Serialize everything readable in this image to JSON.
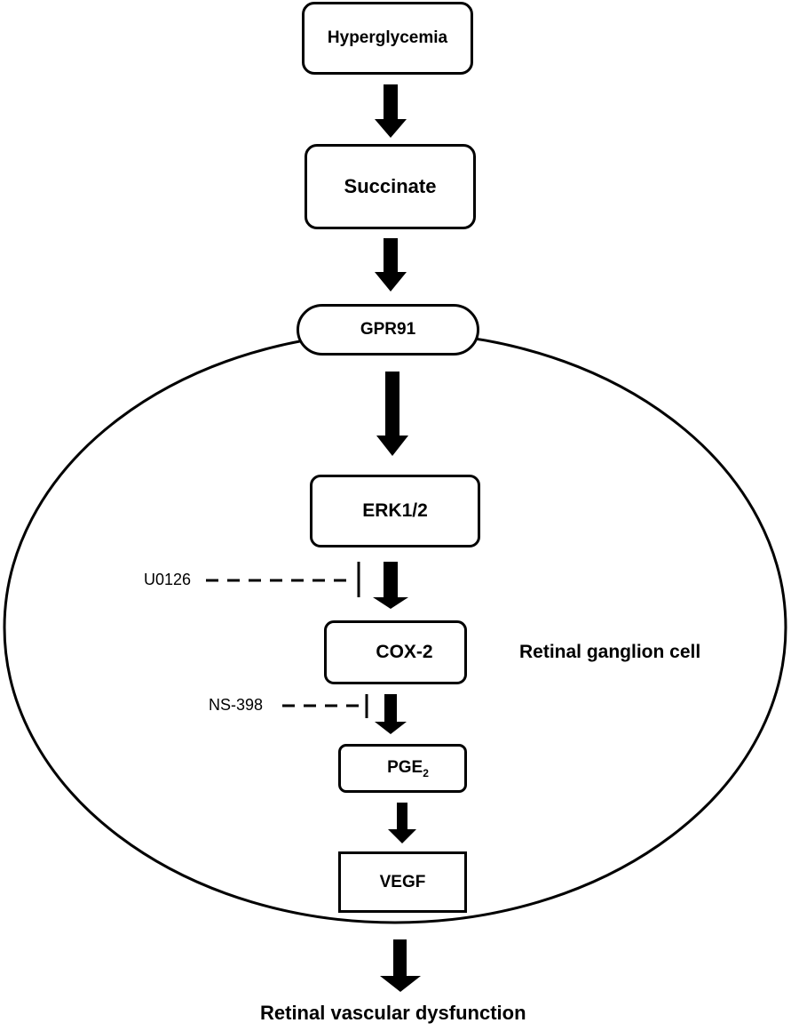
{
  "diagram": {
    "nodes": {
      "hyperglycemia": "Hyperglycemia",
      "succinate": "Succinate",
      "gpr91": "GPR91",
      "erk": "ERK1/2",
      "cox2": "COX-2",
      "pge2_base": "PGE",
      "pge2_sub": "2",
      "vegf": "VEGF"
    },
    "inhibitors": {
      "u0126": "U0126",
      "ns398": "NS-398"
    },
    "cell_label": "Retinal ganglion cell",
    "outcome": "Retinal vascular dysfunction",
    "edges": [
      {
        "from": "Hyperglycemia",
        "to": "Succinate",
        "type": "activation"
      },
      {
        "from": "Succinate",
        "to": "GPR91",
        "type": "activation"
      },
      {
        "from": "GPR91",
        "to": "ERK1/2",
        "type": "activation"
      },
      {
        "from": "ERK1/2",
        "to": "COX-2",
        "type": "activation"
      },
      {
        "from": "COX-2",
        "to": "PGE2",
        "type": "activation"
      },
      {
        "from": "PGE2",
        "to": "VEGF",
        "type": "activation"
      },
      {
        "from": "VEGF",
        "to": "Retinal vascular dysfunction",
        "type": "activation"
      },
      {
        "from": "U0126",
        "to": "ERK1/2 → COX-2",
        "type": "inhibition"
      },
      {
        "from": "NS-398",
        "to": "COX-2 → PGE2",
        "type": "inhibition"
      }
    ]
  }
}
